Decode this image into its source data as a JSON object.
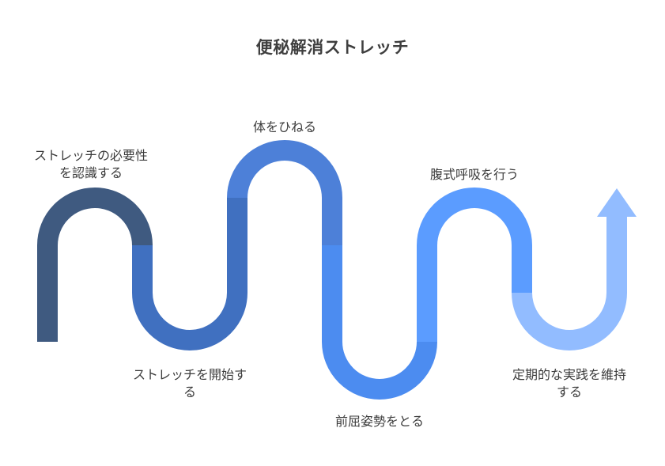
{
  "title": "便秘解消ストレッチ",
  "steps": [
    {
      "lines": [
        "ストレッチの必要性",
        "を認識する"
      ],
      "color": "#3f5a80"
    },
    {
      "lines": [
        "ストレッチを開始す",
        "る"
      ],
      "color": "#4070c0"
    },
    {
      "lines": [
        "体をひねる"
      ],
      "color": "#4d80d8"
    },
    {
      "lines": [
        "前屈姿勢をとる"
      ],
      "color": "#4c8cf0"
    },
    {
      "lines": [
        "腹式呼吸を行う"
      ],
      "color": "#5b9cff"
    },
    {
      "lines": [
        "定期的な実践を維持",
        "する"
      ],
      "color": "#92bcff"
    }
  ]
}
